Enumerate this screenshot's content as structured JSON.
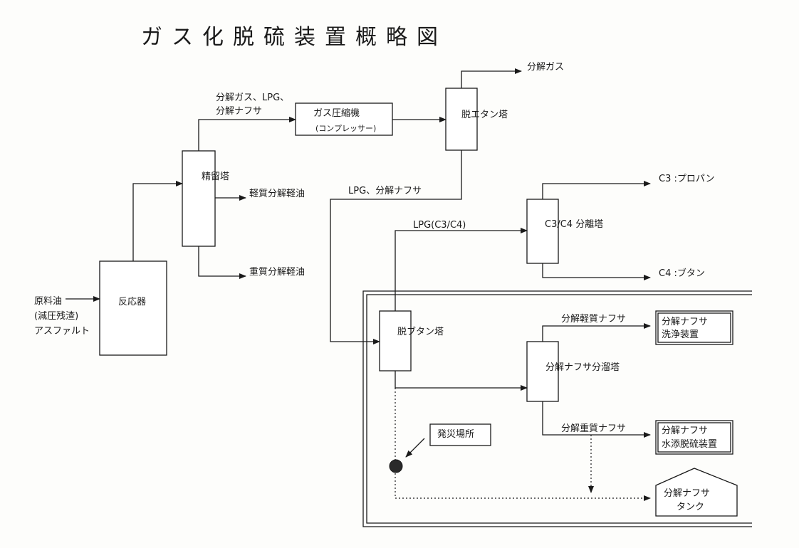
{
  "title": "ガス化脱硫装置概略図",
  "units": {
    "reactor": "反応器",
    "fractionator": "精留塔",
    "compressor": "ガス圧縮機",
    "compressor_sub": "(コンプレッサー)",
    "deethanizer": "脱エタン塔",
    "c3c4_splitter": "C3/C4 分離塔",
    "debutanizer": "脱ブタン塔",
    "naphtha_fractionator": "分解ナフサ分溜塔",
    "naphtha_wash_line1": "分解ナフサ",
    "naphtha_wash_line2": "洗浄装置",
    "naphtha_hds_line1": "分解ナフサ",
    "naphtha_hds_line2": "水添脱硫装置",
    "naphtha_tank_line1": "分解ナフサ",
    "naphtha_tank_line2": "タンク"
  },
  "feed": {
    "line1": "原料油",
    "line2": "(減圧残渣)",
    "line3": "アスファルト"
  },
  "streams": {
    "frac_overhead_line1": "分解ガス、LPG、",
    "frac_overhead_line2": "分解ナフサ",
    "light_gas_oil": "軽質分解軽油",
    "heavy_gas_oil": "重質分解軽油",
    "cracked_gas": "分解ガス",
    "deethanizer_bottoms": "LPG、分解ナフサ",
    "lpg_c3c4": "LPG(C3/C4)",
    "c3_propane": "C3 :プロパン",
    "c4_butane": "C4 :ブタン",
    "light_naphtha": "分解軽質ナフサ",
    "heavy_naphtha": "分解重質ナフサ"
  },
  "callout": {
    "incident_site": "発災場所"
  }
}
